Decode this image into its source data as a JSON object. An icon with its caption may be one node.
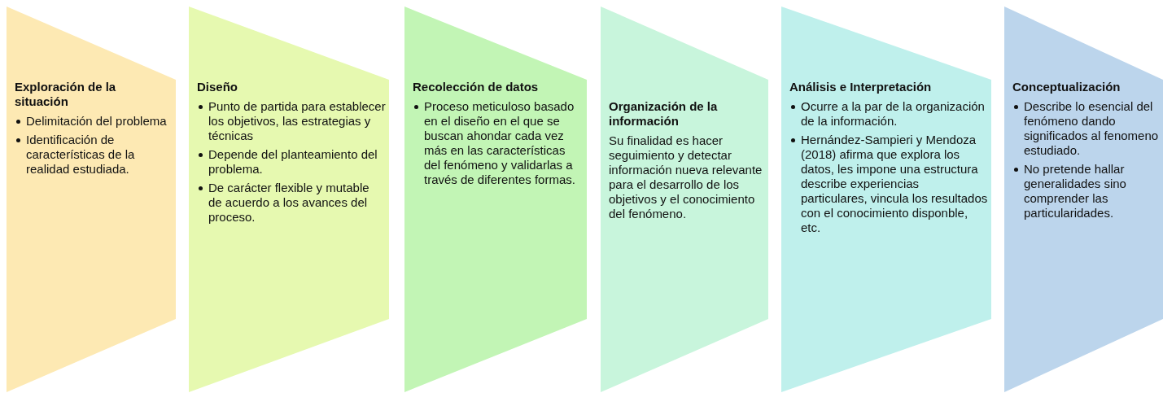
{
  "diagram": {
    "nodes": [
      {
        "text": [
          "Exploración de la situación",
          "Delimitación del problema",
          "Identificación de características de la realidad estudiada."
        ]
      },
      {
        "text": [
          "Diseño",
          "Punto de partida para establecer los objetivos, las estrategias y técnicas",
          "Depende del planteamiento del problema.",
          "De carácter flexible y mutable de acuerdo a los avances del proceso."
        ]
      },
      {
        "text": [
          "Recolección de datos",
          "Proceso meticuloso basado en el diseño en el que se buscan ahondar cada vez más en las características del fenómeno y validarlas a través de diferentes formas."
        ]
      },
      {
        "text": [
          "Organización de la información",
          "Su finalidad es hacer seguimiento y detectar información nueva relevante para el desarrollo de los objetivos  y el conocimiento del fenómeno."
        ]
      },
      {
        "text": [
          "Análisis e Interpretación",
          "Ocurre a la par de la organización de la información.",
          "Hernández-Sampieri y Mendoza (2018) afirma que explora los datos, les impone una estructura describe experiencias particulares, vincula los resultados con el conocimiento disponble, etc."
        ]
      },
      {
        "text": [
          "Conceptualización",
          "Describe lo esencial del fenómeno dando significados al fenomeno estudiado.",
          "No pretende hallar generalidades sino comprender las particularidades."
        ]
      }
    ]
  }
}
